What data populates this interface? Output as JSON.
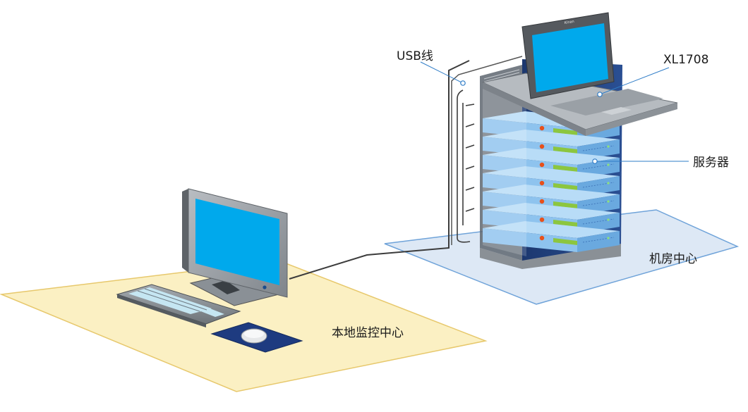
{
  "labels": {
    "usb_cable": "USB线",
    "kvm_model": "XL1708",
    "servers": "服务器",
    "machine_room": "机房中心",
    "local_monitor_center": "本地监控中心"
  },
  "monitor_brand": "Kinan",
  "colors": {
    "local_floor": "#fbf0c3",
    "room_floor": "#dde8f5",
    "screen": "#00a9ec",
    "server_blue": "#8ec3ee",
    "rack_frame": "#1f3d7a",
    "leader_line": "#2e7cc7",
    "server_led": "#e8501a",
    "server_panel": "#8cc63f"
  },
  "servers": [
    {
      "id": 1
    },
    {
      "id": 2
    },
    {
      "id": 3
    },
    {
      "id": 4
    },
    {
      "id": 5
    },
    {
      "id": 6
    },
    {
      "id": 7
    }
  ]
}
